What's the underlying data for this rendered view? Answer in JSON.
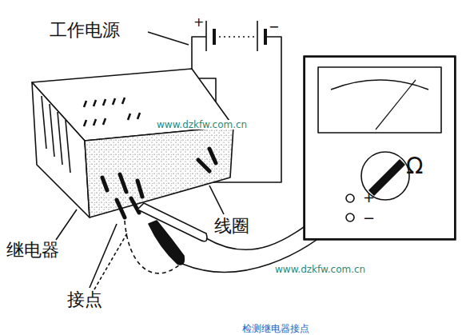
{
  "diagram": {
    "caption": "检测继电器接点",
    "nodes": [
      {
        "text": [
          "Ω",
          "+",
          "−"
        ]
      }
    ],
    "labels": [
      "工作电源",
      "+",
      "−",
      "继电器",
      "接点",
      "线圈",
      "www.dzkfw.com.cn",
      "www.dzkfw.com.cn"
    ]
  }
}
